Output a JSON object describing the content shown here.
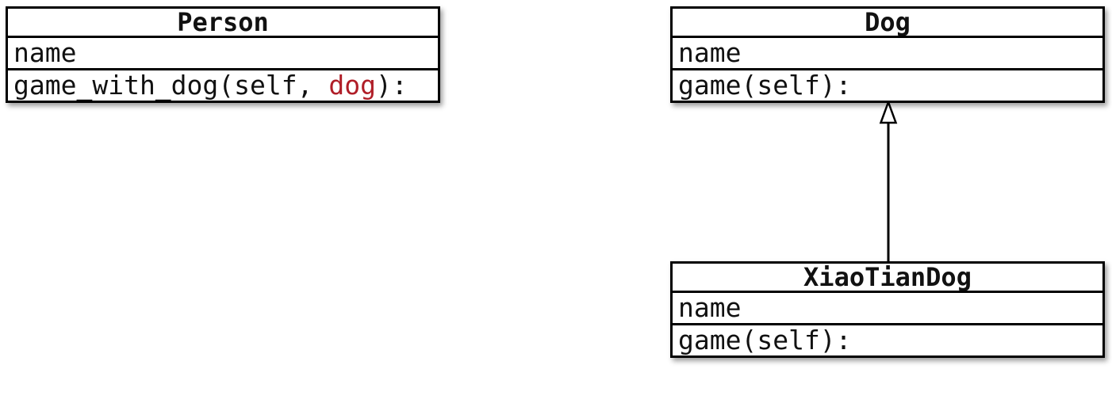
{
  "colors": {
    "background": "#ffffff",
    "stroke": "#000000",
    "text": "#111111",
    "highlight": "#b01e28"
  },
  "classes": {
    "person": {
      "title": "Person",
      "attribute": "name",
      "method_prefix": "game_with_dog(self, ",
      "method_param": "dog",
      "method_suffix": "):"
    },
    "dog": {
      "title": "Dog",
      "attribute": "name",
      "method": "game(self):"
    },
    "xiao_tian_dog": {
      "title": "XiaoTianDog",
      "attribute": "name",
      "method": "game(self):"
    }
  },
  "relationship": {
    "type": "inheritance",
    "from": "XiaoTianDog",
    "to": "Dog"
  }
}
